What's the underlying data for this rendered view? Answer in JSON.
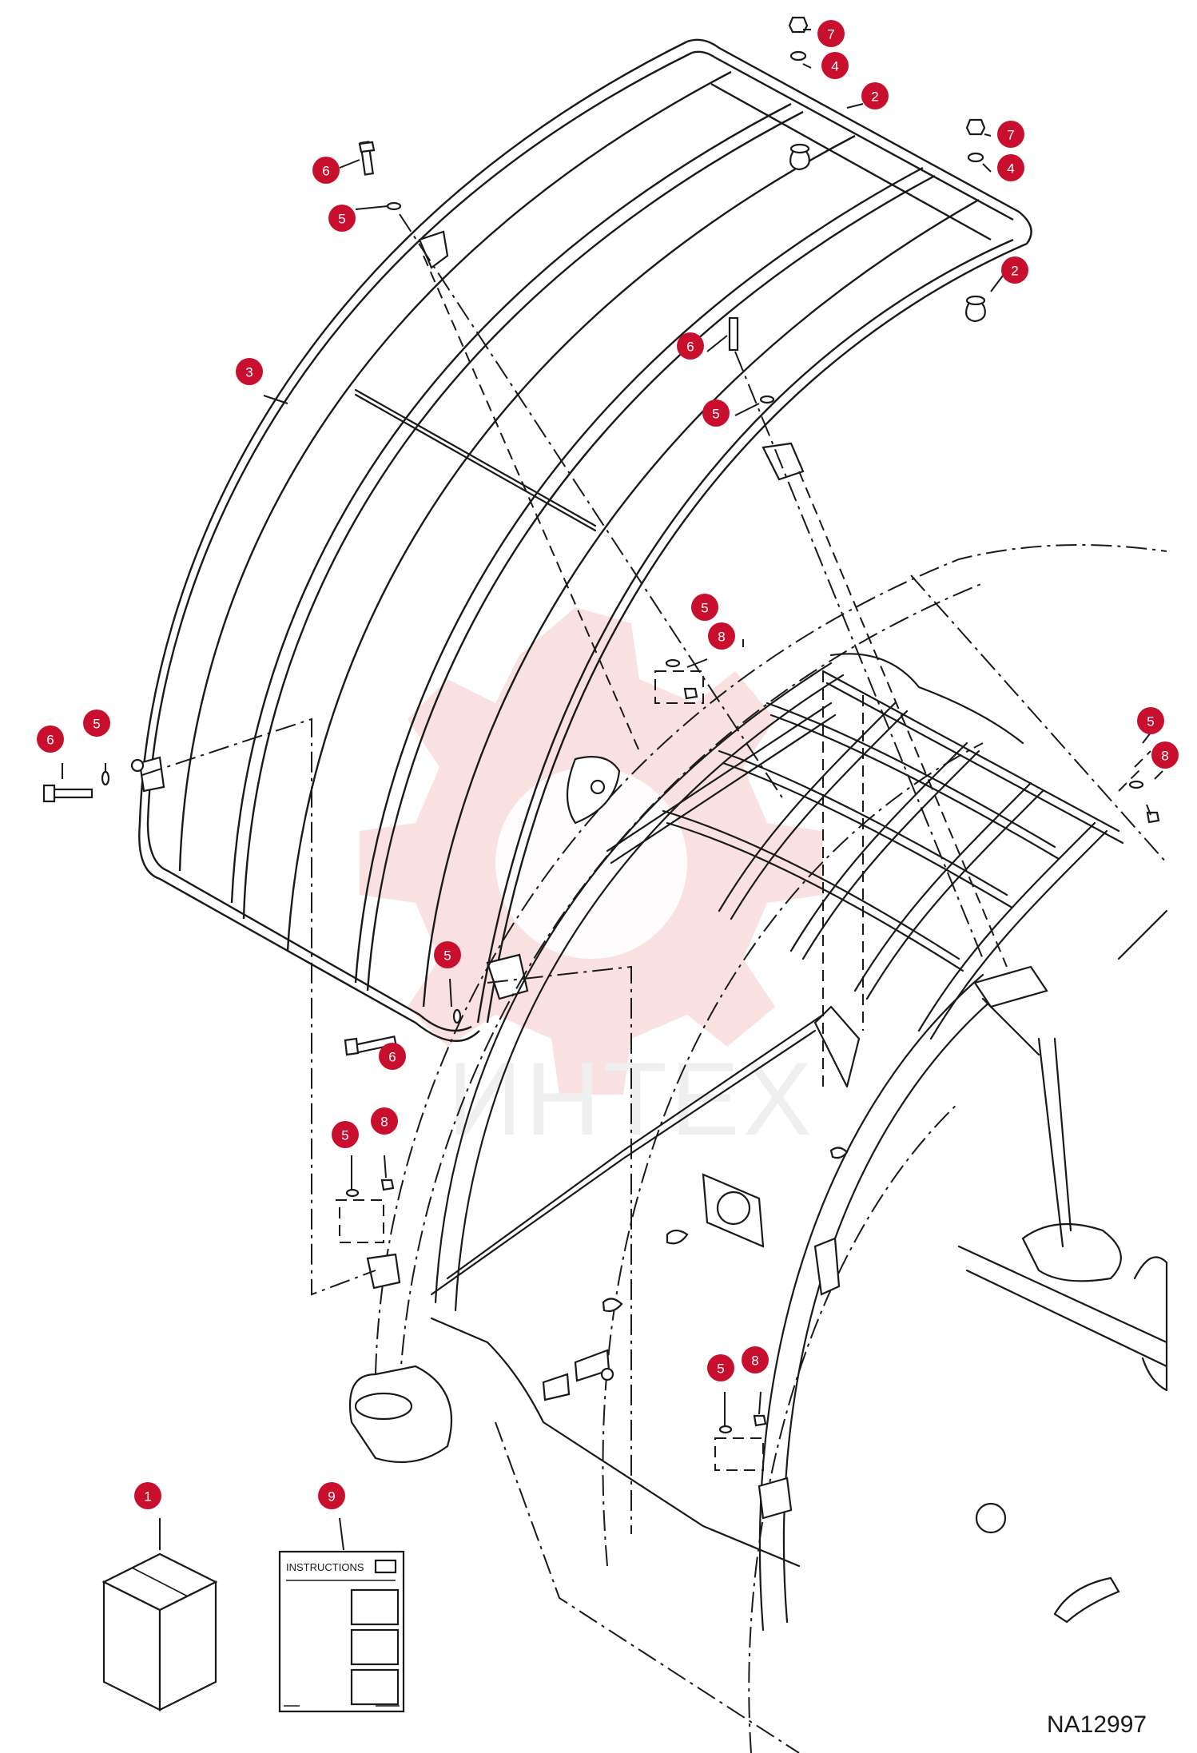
{
  "document_number": "NA12997",
  "instructions_label": "INSTRUCTIONS",
  "watermark_text": "ИНТЕХ",
  "colors": {
    "callout": "#c8102e",
    "line": "#1a1a1a",
    "watermark": "#f6c9c9"
  },
  "callouts": [
    {
      "label": "7"
    },
    {
      "label": "4"
    },
    {
      "label": "2"
    },
    {
      "label": "7"
    },
    {
      "label": "4"
    },
    {
      "label": "2"
    },
    {
      "label": "6"
    },
    {
      "label": "5"
    },
    {
      "label": "3"
    },
    {
      "label": "6"
    },
    {
      "label": "5"
    },
    {
      "label": "5"
    },
    {
      "label": "8"
    },
    {
      "label": "5"
    },
    {
      "label": "8"
    },
    {
      "label": "6"
    },
    {
      "label": "5"
    },
    {
      "label": "5"
    },
    {
      "label": "6"
    },
    {
      "label": "5"
    },
    {
      "label": "8"
    },
    {
      "label": "5"
    },
    {
      "label": "8"
    },
    {
      "label": "1"
    },
    {
      "label": "9"
    }
  ]
}
